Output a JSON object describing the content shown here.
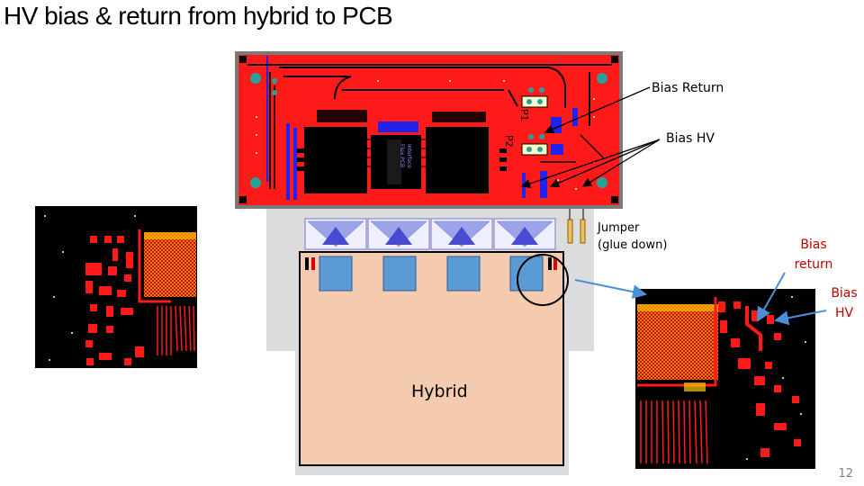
{
  "title": "HV bias & return  from hybrid to PCB",
  "labels": {
    "bias_return": "Bias Return",
    "bias_hv": "Bias HV",
    "jumper": [
      "Jumper",
      "(glue down)"
    ],
    "bias_return_red": [
      "Bias",
      "return"
    ],
    "bias_hv_red": [
      "Bias",
      "HV"
    ],
    "hybrid": "Hybrid"
  },
  "pcb": {
    "connector_p1": "P1",
    "connector_p2": "P2",
    "silkscreen": [
      "Interface",
      "Flex PCB"
    ]
  },
  "page_number": "12",
  "colors": {
    "trace_red": "#ff1a1a",
    "via_teal": "#2aa198",
    "plane_blue": "#2222ee",
    "hybrid_fill": "#f5cbb0",
    "bg_gray": "#dcdcdc",
    "arrow_blue": "#4a90d9",
    "label_red": "#c00000"
  }
}
